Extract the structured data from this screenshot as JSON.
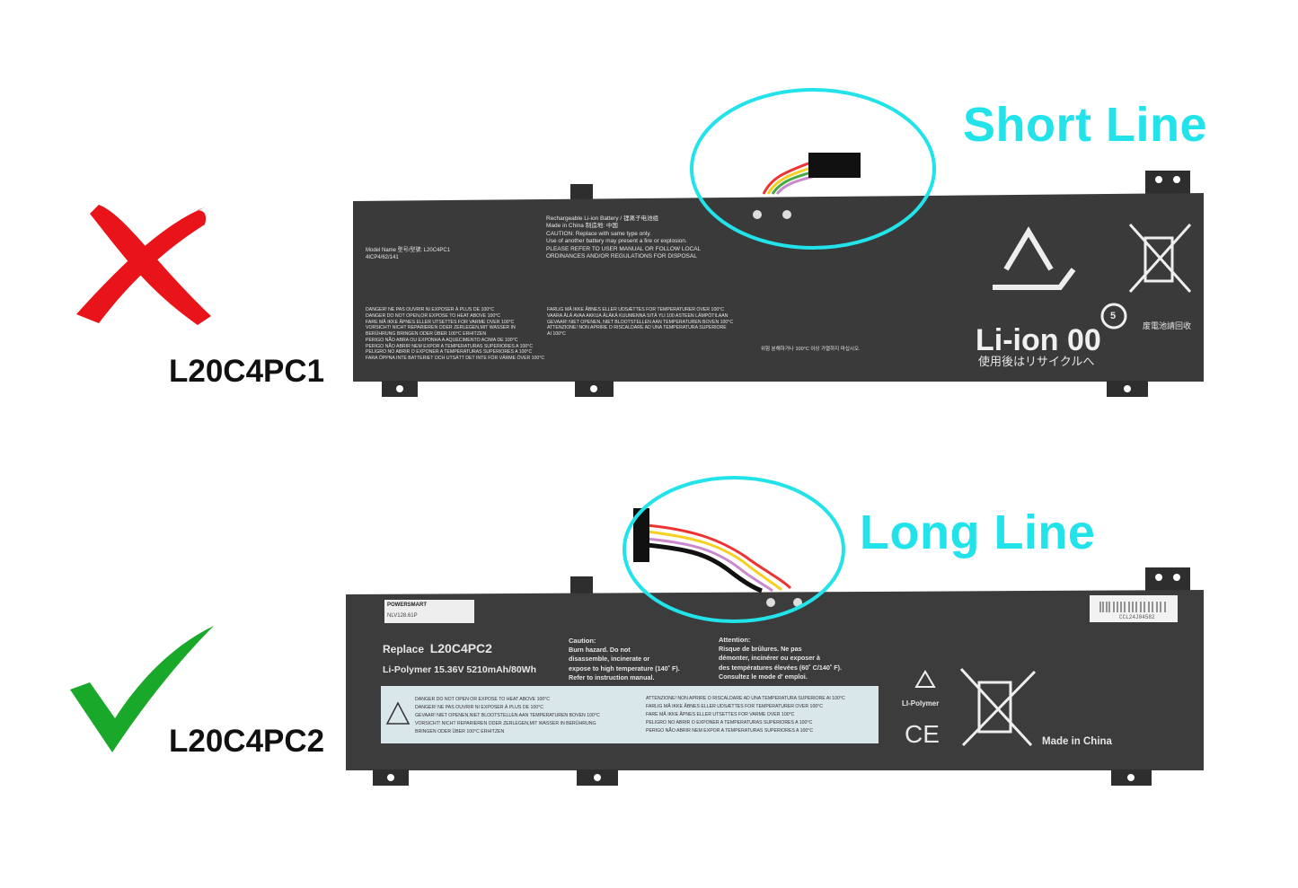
{
  "colors": {
    "callout": "#22e2ea",
    "wrong": "#e8141a",
    "right": "#1aa82a",
    "battery": "#3a3a3a"
  },
  "callouts": {
    "short": "Short Line",
    "long": "Long Line"
  },
  "top": {
    "model_label": "L20C4PC1",
    "mark_icon": "red-x-icon",
    "model_info": [
      "Model Name 型号/型號: L20C4PC1",
      "4ICP4/62/141"
    ],
    "rechargeable": [
      "Rechargeable Li-ion Battery / 锂离子电池组",
      "Made in China 制造地: 中国",
      "CAUTION: Replace with same type only.",
      "Use of another battery may present a fire or explosion.",
      "PLEASE REFER TO USER MANUAL OR FOLLOW LOCAL",
      "ORDINANCES AND/OR REGULATIONS FOR DISPOSAL"
    ],
    "warnings_left": [
      "DANGER! NE PAS OUVRIR NI EXPOSER À PLUS DE 100°C",
      "DANGER DO NOT OPEN,OR EXPOSE TO HEAT ABOVE 100°C",
      "FARE MÅ IKKE ÅPNES ELLER UTSETTES FOR VARME OVER 100°C",
      "VORSICHT! NICHT REPARIEREN ODER ZERLEGEN,MIT WASSER IN",
      "BERÜHRUNG BRINGEN ODER ÜBER 100°C ERHITZEN",
      "PERIGO NÃO ABRA OU EXPONHA A AQUECIMENTO ACIMA DE 100°C",
      "PERIGO NÃO ABRIR NEM EXPOR A TEMPERATURAS SUPERIORES A 100°C",
      "PELIGRO NO ABRIR O EXPONER A TEMPERATURAS SUPERIORES A 100°C",
      "FARA ÖPPNA INTE BATTERIET OCH UTSÄTT DET INTE FÖR VÄRME ÖVER 100°C"
    ],
    "warnings_mid": [
      "FARLIG MÅ IKKE ÅBNES ELLER UDSÆTTES FOR TEMPERATURER OVER 100°C",
      "VAARA ÄLÄ AVAA AKKUA ÄLÄKÄ KUUMENNA SITÄ YLI 100 ASTEEN LÄMPÖTILAAN",
      "GEVAAR! NIET OPENEN, NIET BLOOTSTELLEN AAN TEMPERATUREN BOVEN 100°C",
      "ATTENZIONE! NON APRIRE O RISCALDARE AD UNA TEMPERATURA SUPERIORE",
      "AI 100°C"
    ],
    "korean": "위험 분해하거나 100°C 이상 가열하지 마십시오.",
    "liion": "Li-ion 00",
    "recycle_jp": "使用後はリサイクルへ",
    "recycle_cn": "废電池請回收",
    "rohs_number": "5"
  },
  "bottom": {
    "model_label": "L20C4PC2",
    "mark_icon": "green-check-icon",
    "brand": "POWERSMART",
    "sku": "NLV128.61P",
    "replace_label": "Replace",
    "replace_model": "L20C4PC2",
    "spec": "Li-Polymer  15.36V 5210mAh/80Wh",
    "caution_title": "Caution:",
    "caution": [
      "Burn hazard. Do not",
      "disassemble, incinerate or",
      "expose to high temperature (140˚ F).",
      "Refer to instruction manual."
    ],
    "attention_title": "Attention:",
    "attention": [
      "Risque de brûlures. Ne pas",
      "démonter, incinérer ou exposer à",
      "des températures élevées (60˚ C/140˚ F).",
      "Consultez le mode d' emploi."
    ],
    "warnings_left": [
      "DANGER DO NOT OPEN OR EXPOSE TO HEAT ABOVE 100°C",
      "DANGER! NE PAS OUVRIR NI EXPOSER À PLUS DE 100°C",
      "GEVAAR! NIET OPENEN,NIET BLOOTSTELLEN AAN TEMPERATUREN BOVEN 100°C",
      "VORSICHT! NICHT REPARIEREN ODER ZERLEGEN,MIT WASSER IN BERÜHRUNG",
      "BRINGEN ODER ÜBER 100°C ERHITZEN"
    ],
    "warnings_right": [
      "ATTENZIONE! NON APRIRE O RISCALDARE AD UNA TEMPERATURA SUPERIORE AI 100°C",
      "FARLIG MÅ IKKE ÅBNES ELLER UDSÆTTES FOR TEMPERATURER OVER 100°C",
      "FARE MÅ IKKE ÅPNES ELLER UTSETTES FOR VARME OVER 100°C",
      "PELIGRO NO ABRIR O EXPONER A TEMPERATURAS SUPERIORES A 100°C",
      "PERIGO NÃO ABRIR NEM EXPOR A TEMPERATURAS SUPERIORES A 100°C"
    ],
    "barcode": "CCL24J04582",
    "polymer": "LI-Polymer",
    "ce": "CE",
    "made_in": "Made in China"
  }
}
